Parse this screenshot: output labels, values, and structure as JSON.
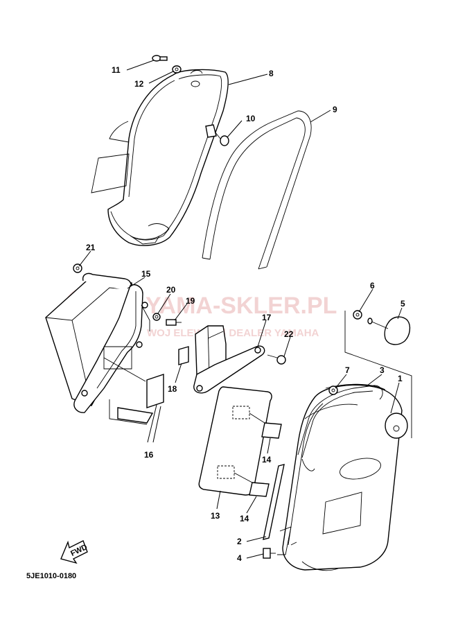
{
  "diagram": {
    "code": "5JE1010-0180",
    "fwd_label": "FWD",
    "watermark": {
      "title": "YAMA-SKLER.PL",
      "subtitle": "WOJ   ELEWICZ | DEALER YAMAHA",
      "color": "#e8b0b0"
    },
    "callouts": [
      {
        "id": "c1",
        "label": "1"
      },
      {
        "id": "c2",
        "label": "2"
      },
      {
        "id": "c3",
        "label": "3"
      },
      {
        "id": "c4",
        "label": "4"
      },
      {
        "id": "c5",
        "label": "5"
      },
      {
        "id": "c6",
        "label": "6"
      },
      {
        "id": "c7",
        "label": "7"
      },
      {
        "id": "c8",
        "label": "8"
      },
      {
        "id": "c9",
        "label": "9"
      },
      {
        "id": "c10",
        "label": "10"
      },
      {
        "id": "c11",
        "label": "11"
      },
      {
        "id": "c12",
        "label": "12"
      },
      {
        "id": "c13",
        "label": "13"
      },
      {
        "id": "c14a",
        "label": "14"
      },
      {
        "id": "c14b",
        "label": "14"
      },
      {
        "id": "c15",
        "label": "15"
      },
      {
        "id": "c16",
        "label": "16"
      },
      {
        "id": "c17",
        "label": "17"
      },
      {
        "id": "c18",
        "label": "18"
      },
      {
        "id": "c19",
        "label": "19"
      },
      {
        "id": "c20",
        "label": "20"
      },
      {
        "id": "c21",
        "label": "21"
      },
      {
        "id": "c22",
        "label": "22"
      }
    ]
  }
}
